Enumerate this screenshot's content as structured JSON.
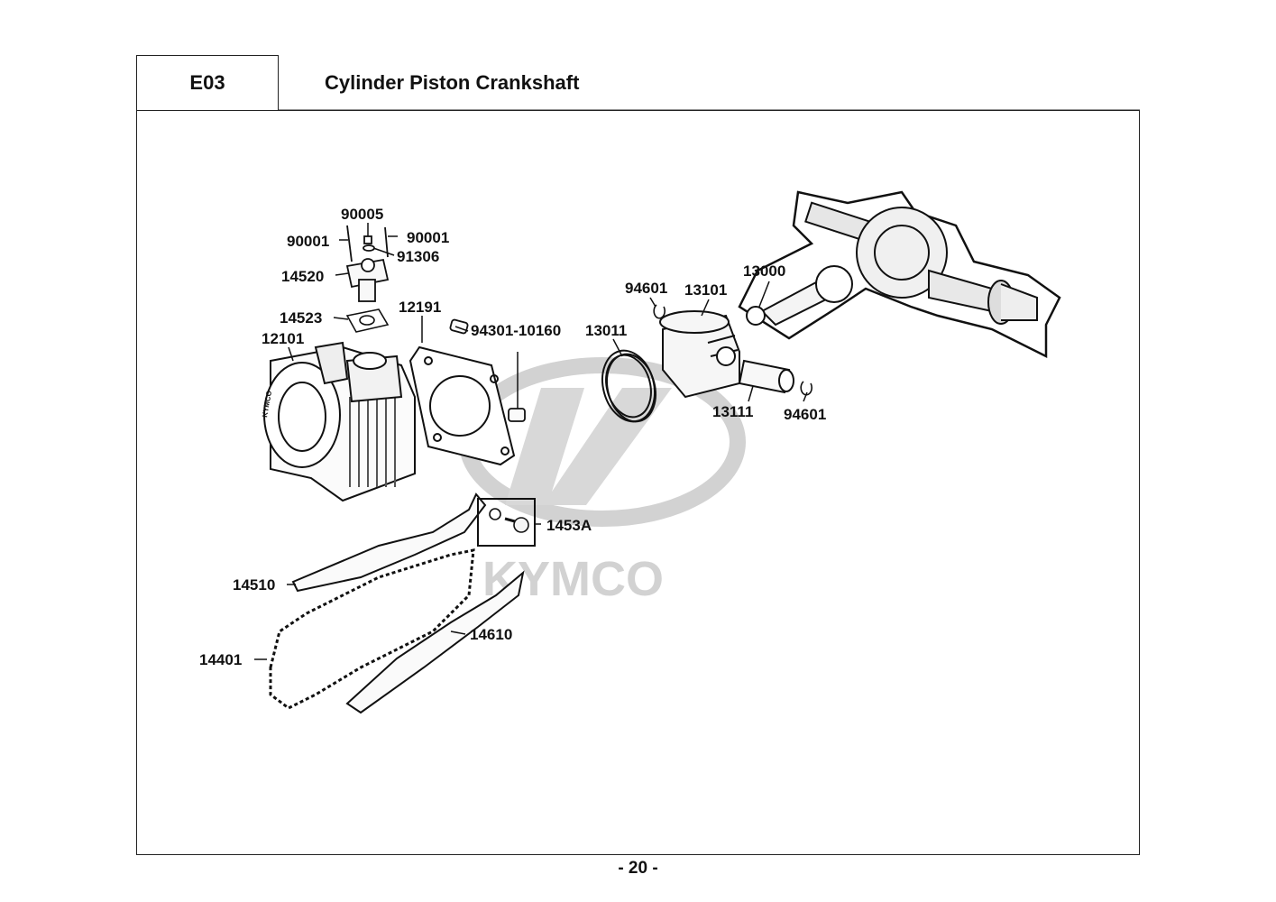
{
  "header": {
    "section_code": "E03",
    "title": "Cylinder  Piston  Crankshaft"
  },
  "watermark": {
    "brand": "KYMCO",
    "color": "#d2d2d2"
  },
  "cylinder_stamp": "KYMCO",
  "callouts": [
    {
      "part_no": "90005"
    },
    {
      "part_no": "90001"
    },
    {
      "part_no": "90001"
    },
    {
      "part_no": "91306"
    },
    {
      "part_no": "14520"
    },
    {
      "part_no": "14523"
    },
    {
      "part_no": "12101"
    },
    {
      "part_no": "12191"
    },
    {
      "part_no": "94301-10160"
    },
    {
      "part_no": "13011"
    },
    {
      "part_no": "94601"
    },
    {
      "part_no": "13101"
    },
    {
      "part_no": "13000"
    },
    {
      "part_no": "13111"
    },
    {
      "part_no": "94601"
    },
    {
      "part_no": "1453A"
    },
    {
      "part_no": "14510"
    },
    {
      "part_no": "14401"
    },
    {
      "part_no": "14610"
    }
  ],
  "footer": {
    "page_number": "- 20 -"
  }
}
